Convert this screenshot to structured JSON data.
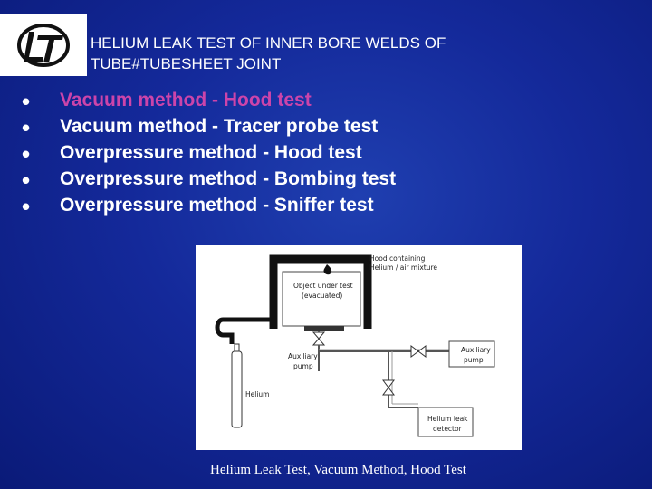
{
  "header": {
    "title_line1": "HELIUM LEAK TEST OF INNER BORE WELDS OF",
    "title_line2": "TUBE#TUBESHEET JOINT"
  },
  "bullets": [
    {
      "text": "Vacuum method - Hood test",
      "highlighted": true
    },
    {
      "text": "Vacuum method - Tracer probe test",
      "highlighted": false
    },
    {
      "text": "Overpressure method - Hood test",
      "highlighted": false
    },
    {
      "text": "Overpressure method - Bombing test",
      "highlighted": false
    },
    {
      "text": "Overpressure method - Sniffer test",
      "highlighted": false
    }
  ],
  "diagram": {
    "hood_label_line1": "Hood containing",
    "hood_label_line2": "Helium / air mixture",
    "object_label_line1": "Object under test",
    "object_label_line2": "(evacuated)",
    "aux_pump_left_line1": "Auxiliary",
    "aux_pump_left_line2": "pump",
    "aux_pump_right_line1": "Auxiliary",
    "aux_pump_right_line2": "pump",
    "helium_label": "Helium",
    "detector_label_line1": "Helium leak",
    "detector_label_line2": "detector"
  },
  "caption": "Helium Leak Test, Vacuum Method, Hood Test",
  "colors": {
    "background": "#14299a",
    "highlight": "#cc44aa",
    "text": "#ffffff"
  },
  "icons": {
    "logo": "lt-logo-icon",
    "bullet": "bullet-dot-icon"
  }
}
